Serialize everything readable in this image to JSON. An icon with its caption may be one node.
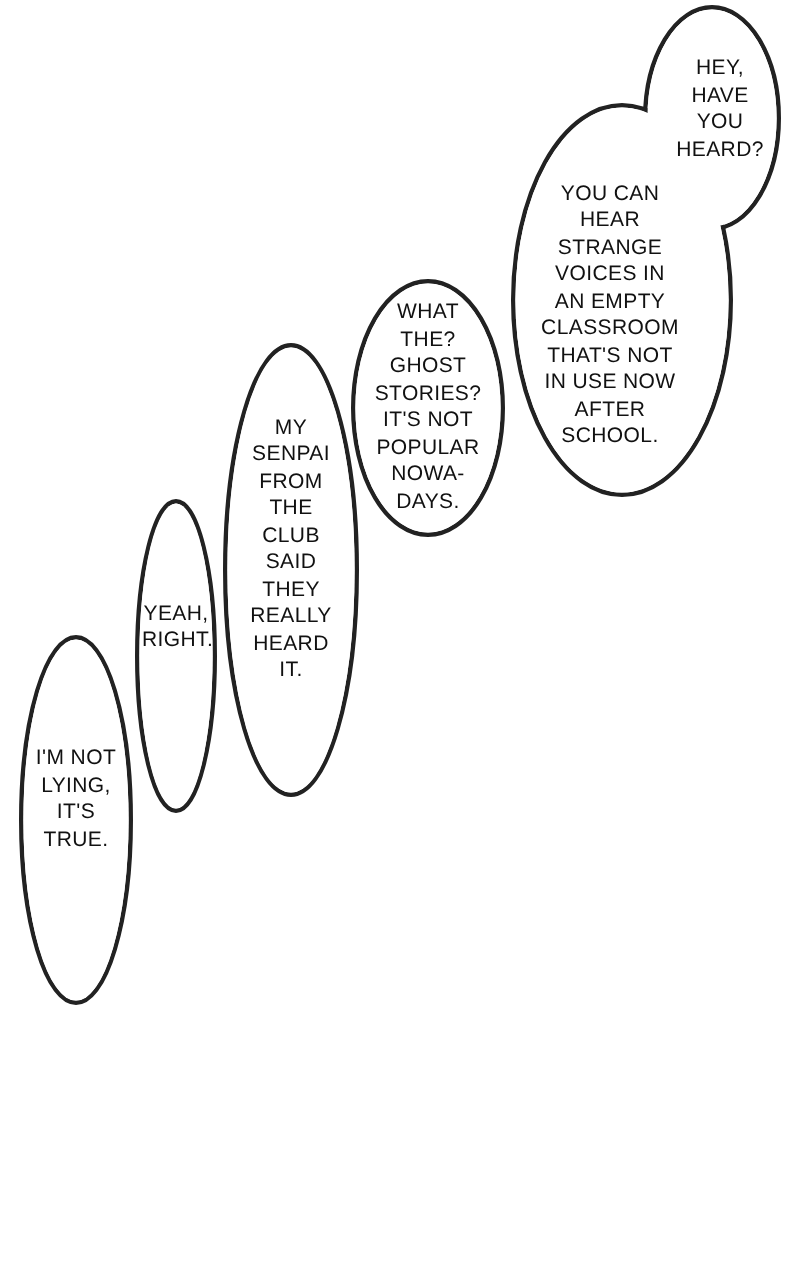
{
  "diagram": {
    "nodes": [
      {
        "text": [
          "HEY, HAVE YOU HEARD?"
        ]
      },
      {
        "text": [
          "YOU CAN HEAR STRANGE VOICES IN AN EMPTY CLASSROOM THAT'S NOT IN USE NOW AFTER SCHOOL."
        ]
      },
      {
        "text": [
          "WHAT THE? GHOST STORIES? IT'S NOT POPULAR NOWA-DAYS."
        ]
      },
      {
        "text": [
          "MY SENPAI FROM THE CLUB SAID THEY REALLY HEARD IT."
        ]
      },
      {
        "text": [
          "YEAH, RIGHT."
        ]
      },
      {
        "text": [
          "I'M NOT LYING, IT'S TRUE."
        ]
      }
    ]
  }
}
